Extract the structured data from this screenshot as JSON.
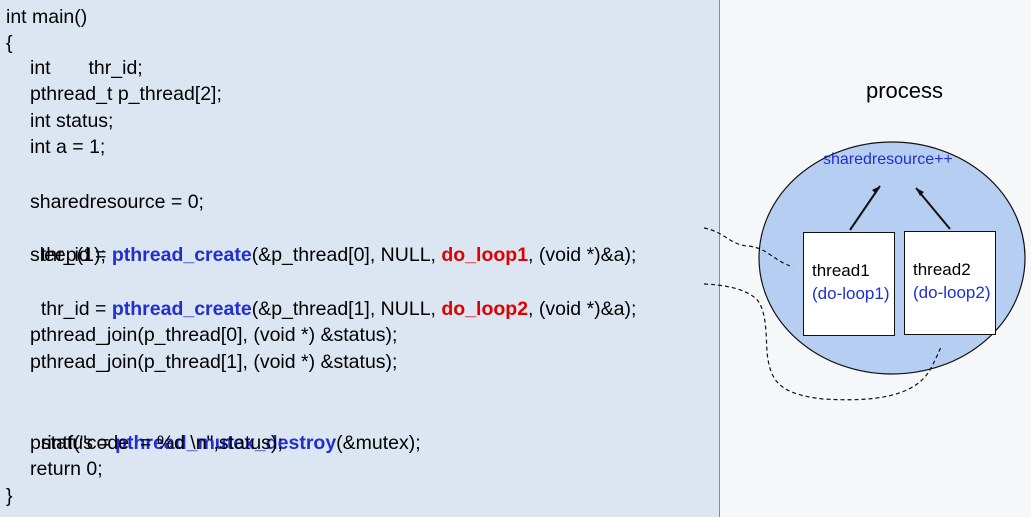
{
  "code": {
    "line1": "int main()",
    "line2": "{",
    "line3": "int       thr_id;",
    "line4": "pthread_t p_thread[2];",
    "line5": "int status;",
    "line6": "int a = 1;",
    "line7": "sharedresource = 0;",
    "line8_prefix": "thr_id = ",
    "line8_func": "pthread_create",
    "line8_mid": "(&p_thread[0], NULL, ",
    "line8_loop": "do_loop1",
    "line8_suffix": ", (void *)&a);",
    "line9": "sleep(1);",
    "line10_prefix": "thr_id = ",
    "line10_func": "pthread_create",
    "line10_mid": "(&p_thread[1], NULL, ",
    "line10_loop": "do_loop2",
    "line10_suffix": ", (void *)&a);",
    "line11": "pthread_join(p_thread[0], (void *) &status);",
    "line12": "pthread_join(p_thread[1], (void *) &status);",
    "line13_prefix": "status = ",
    "line13_func": "pthread_mutex_destroy",
    "line13_suffix": "(&mutex);",
    "line14": "printf(\"code  = %d \\n\",status);",
    "line15": "return 0;",
    "line16": "}"
  },
  "diagram": {
    "process_label": "process",
    "shared_label": "sharedresource++",
    "thread1_label": "thread1",
    "thread1_sub": "(do-loop1)",
    "thread2_label": "thread2",
    "thread2_sub": "(do-loop2)"
  },
  "colors": {
    "code_bg": "#dce6f2",
    "function_blue": "#1f2fd0",
    "loop_red": "#e00000",
    "process_fill": "#b7cef3",
    "text_blue": "#1f2fd0"
  }
}
